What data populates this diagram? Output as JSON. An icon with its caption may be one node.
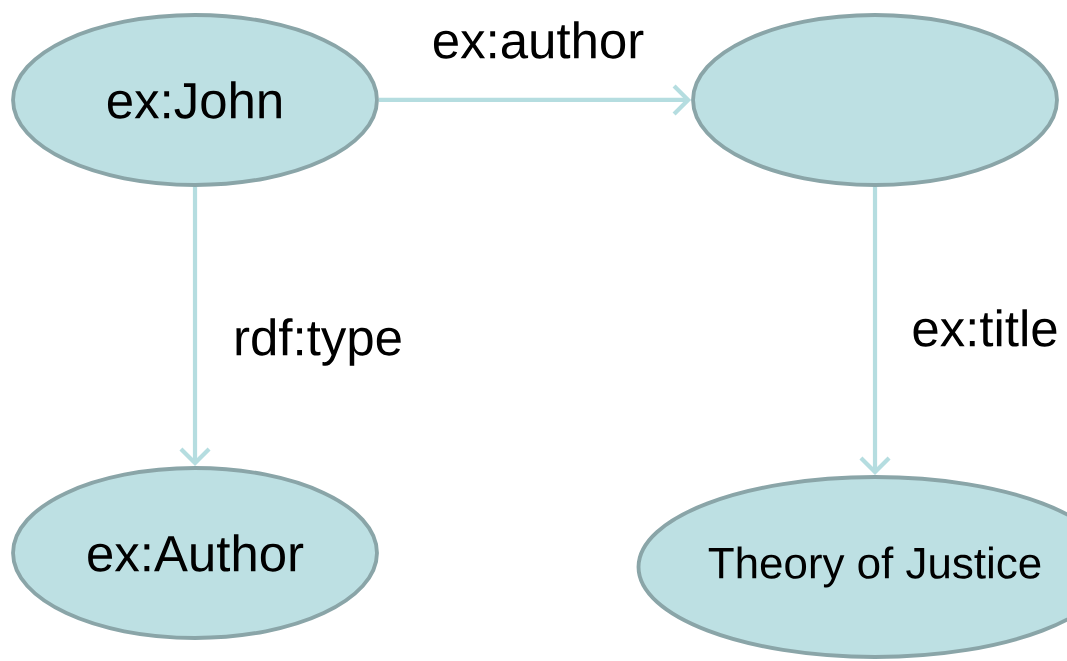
{
  "diagram": {
    "nodes": [
      {
        "text": [
          "ex:John"
        ]
      },
      {
        "text": [],
        "shape": "circle"
      },
      {
        "text": [
          "ex:Author"
        ]
      },
      {
        "text": [
          "Theory of Justice"
        ]
      }
    ],
    "edges": [
      {
        "from": 0,
        "to": 1,
        "arrow": "to",
        "label": "ex:author"
      },
      {
        "from": 0,
        "to": 2,
        "arrow": "to",
        "label": "rdf:type"
      },
      {
        "from": 1,
        "to": 3,
        "arrow": "to",
        "label": "ex:title"
      }
    ]
  }
}
